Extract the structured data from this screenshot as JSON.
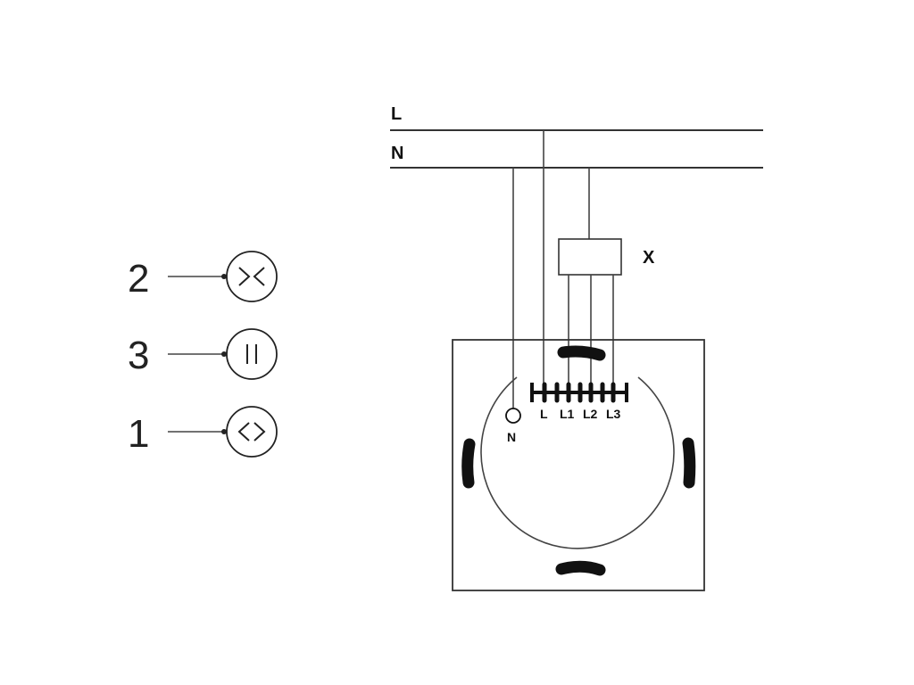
{
  "bus": {
    "line_label": "L",
    "neutral_label": "N"
  },
  "load": {
    "label": "X"
  },
  "terminals": {
    "neutral": "N",
    "live": "L",
    "out1": "L1",
    "out2": "L2",
    "out3": "L3"
  },
  "legend": [
    {
      "number": "2",
      "icon": "close-icon"
    },
    {
      "number": "3",
      "icon": "pause-icon"
    },
    {
      "number": "1",
      "icon": "open-icon"
    }
  ]
}
